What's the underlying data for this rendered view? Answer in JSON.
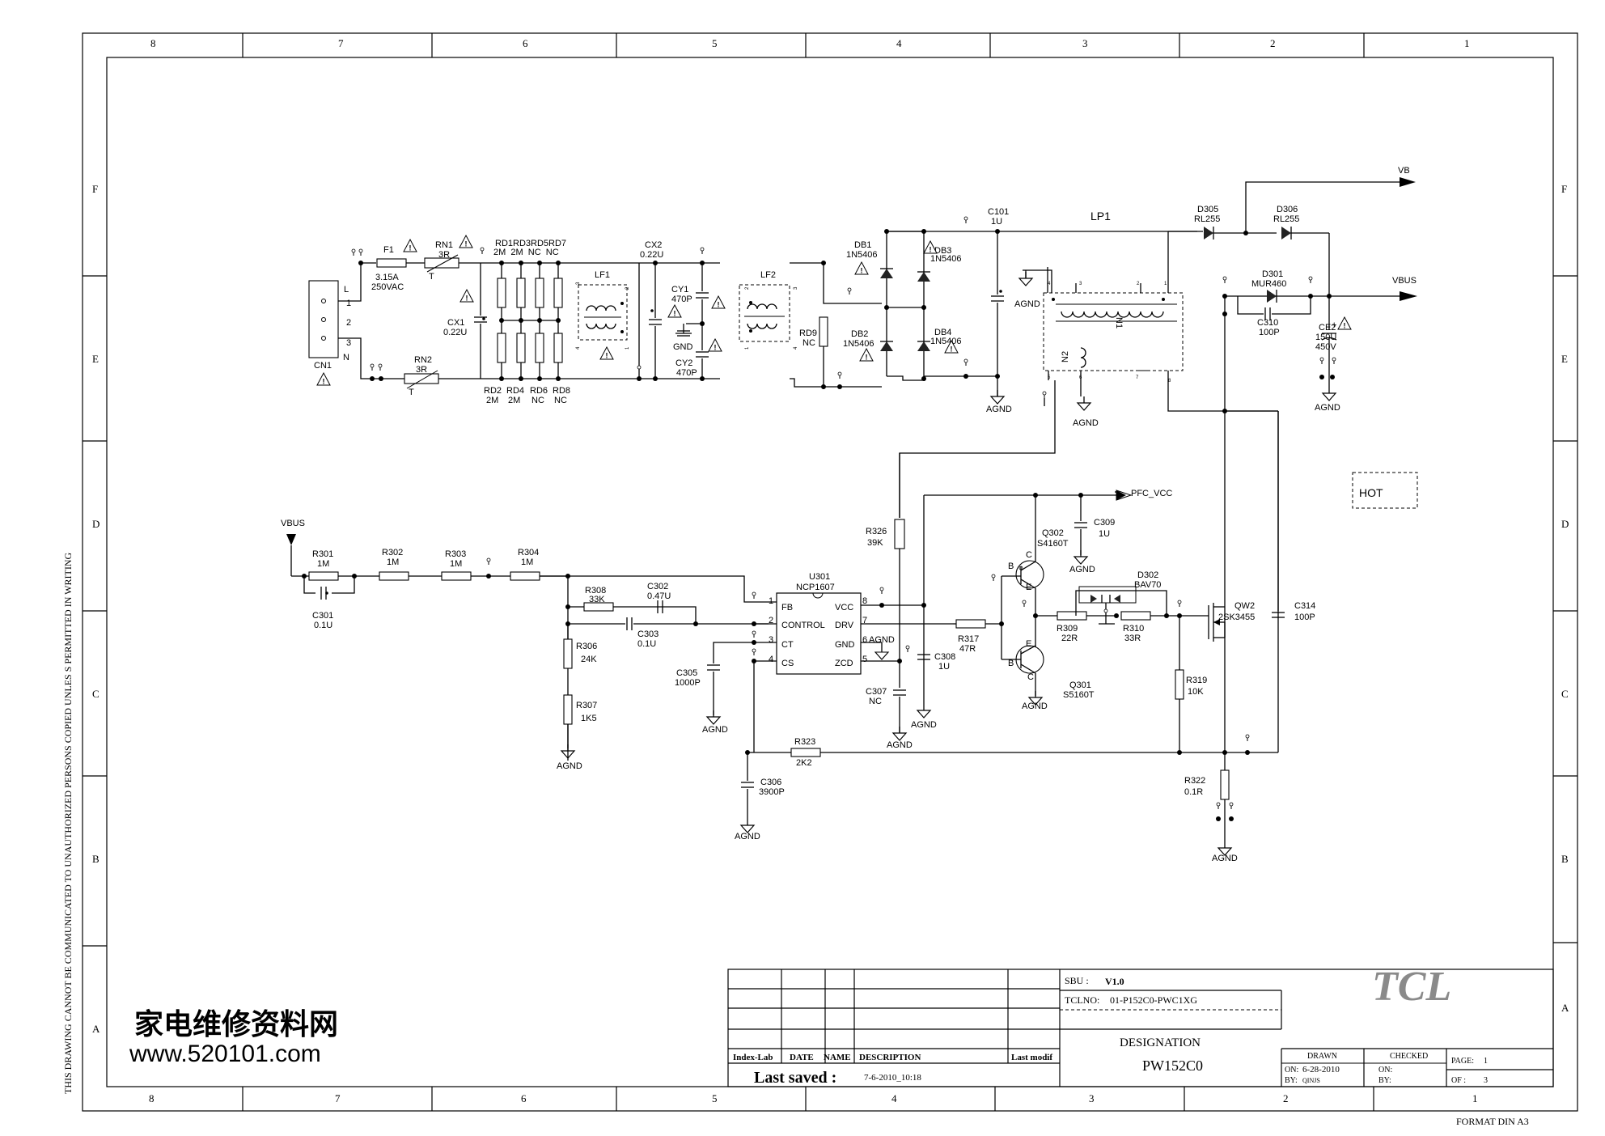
{
  "frame": {
    "zones_top": [
      "8",
      "7",
      "6",
      "5",
      "4",
      "3",
      "2",
      "1"
    ],
    "zones_bottom": [
      "8",
      "7",
      "6",
      "5",
      "4",
      "3",
      "2",
      "1"
    ],
    "zones_side": [
      "F",
      "E",
      "D",
      "C",
      "B",
      "A"
    ],
    "side_notice": "THIS DRAWING CANNOT BE COMMUNICATED TO UNAUTHORIZED PERSONS COPIED UNLES S PERMITTED IN WRITING",
    "format": "FORMAT DIN A3"
  },
  "watermark": {
    "cn": "家电维修资料网",
    "url": "www.520101.com"
  },
  "hot_label": "HOT",
  "title_block": {
    "logo": "TCL",
    "sbu_label": "SBU :",
    "sbu_value": "V1.0",
    "tclno_label": "TCLNO:",
    "tclno_value": "01-P152C0-PWC1XG",
    "designation_label": "DESIGNATION",
    "designation_value": "PW152C0",
    "col_index": "Index-Lab",
    "col_date": "DATE",
    "col_name": "NAME",
    "col_desc": "DESCRIPTION",
    "col_last": "Last modif",
    "last_saved_label": "Last saved :",
    "last_saved_value": "7-6-2010_10:18",
    "drawn_label": "DRAWN",
    "drawn_on_label": "ON:",
    "drawn_on_value": "6-28-2010",
    "drawn_by_label": "BY:",
    "drawn_by_value": "QINJS",
    "checked_label": "CHECKED",
    "checked_on_label": "ON:",
    "checked_by_label": "BY:",
    "page_label": "PAGE:",
    "page_value": "1",
    "of_label": "OF :",
    "of_value": "3"
  },
  "labels": {
    "cn1": "CN1",
    "cn1_l": "L",
    "cn1_n": "N",
    "cn1_p1": "1",
    "cn1_p2": "2",
    "cn1_p3": "3",
    "f1": "F1",
    "f1_v": "3.15A",
    "f1_v2": "250VAC",
    "rn1": "RN1",
    "rn1_v": "3R",
    "rn1_t": "T",
    "rn2": "RN2",
    "rn2_v": "3R",
    "rn2_t": "T",
    "cx1": "CX1",
    "cx1_v": "0.22U",
    "rd_top": "RD1RD3RD5RD7",
    "rd_top_v": "2M  2M  NC  NC",
    "rd2": "RD2",
    "rd2_v": "2M",
    "rd4": "RD4",
    "rd4_v": "2M",
    "rd6": "RD6",
    "rd6_v": "NC",
    "rd8": "RD8",
    "rd8_v": "NC",
    "lf1": "LF1",
    "lf2": "LF2",
    "cx2": "CX2",
    "cx2_v": "0.22U",
    "cy1": "CY1",
    "cy1_v": "470P",
    "cy2": "CY2",
    "cy2_v": "470P",
    "gnd": "GND",
    "rd9": "RD9",
    "rd9_v": "NC",
    "db1": "DB1",
    "db1_v": "1N5406",
    "db2": "DB2",
    "db2_v": "1N5406",
    "db3": "DB3",
    "db3_v": "1N5406",
    "db4": "DB4",
    "db4_v": "1N5406",
    "c101": "C101",
    "c101_v": "1U",
    "lp1": "LP1",
    "n1": "N1",
    "n2": "N2",
    "agnd": "AGND",
    "d305": "D305",
    "d305_v": "RL255",
    "d306": "D306",
    "d306_v": "RL255",
    "d301": "D301",
    "d301_v": "MUR460",
    "c310": "C310",
    "c310_v": "100P",
    "ce2": "CE2",
    "ce2_v": "150U",
    "ce2_v2": "450V",
    "vb": "VB",
    "vbus": "VBUS",
    "vbus2": "VBUS",
    "pfc_vcc": "PFC_VCC",
    "r301": "R301",
    "r301_v": "1M",
    "r302": "R302",
    "r302_v": "1M",
    "r303": "R303",
    "r303_v": "1M",
    "r304": "R304",
    "r304_v": "1M",
    "c301": "C301",
    "c301_v": "0.1U",
    "r308": "R308",
    "r308_v": "33K",
    "c302": "C302",
    "c302_v": "0.47U",
    "c303": "C303",
    "c303_v": "0.1U",
    "r306": "R306",
    "r306_v": "24K",
    "r307": "R307",
    "r307_v": "1K5",
    "c305": "C305",
    "c305_v": "1000P",
    "u301": "U301",
    "u301_v": "NCP1607",
    "pin_fb": "FB",
    "pin_control": "CONTROL",
    "pin_ct": "CT",
    "pin_cs": "CS",
    "pin_vcc": "VCC",
    "pin_drv": "DRV",
    "pin_gnd": "GND",
    "pin_zcd": "ZCD",
    "pin1": "1",
    "pin2": "2",
    "pin3": "3",
    "pin4": "4",
    "pin5": "5",
    "pin6": "6",
    "pin7": "7",
    "pin8": "8",
    "r326": "R326",
    "r326_v": "39K",
    "c307": "C307",
    "c307_v": "NC",
    "c308": "C308",
    "c308_v": "1U",
    "r317": "R317",
    "r317_v": "47R",
    "r323": "R323",
    "r323_v": "2K2",
    "c306": "C306",
    "c306_v": "3900P",
    "q302": "Q302",
    "q302_v": "S4160T",
    "q301": "Q301",
    "q301_v": "S5160T",
    "c309": "C309",
    "c309_v": "1U",
    "d302": "D302",
    "d302_v": "BAV70",
    "r309": "R309",
    "r309_v": "22R",
    "r310": "R310",
    "r310_v": "33R",
    "qw2": "QW2",
    "qw2_v": "2SK3455",
    "c314": "C314",
    "c314_v": "100P",
    "r319": "R319",
    "r319_v": "10K",
    "r322": "R322",
    "r322_v": "0.1R",
    "pin_b": "B",
    "pin_c": "C",
    "pin_e": "E"
  }
}
